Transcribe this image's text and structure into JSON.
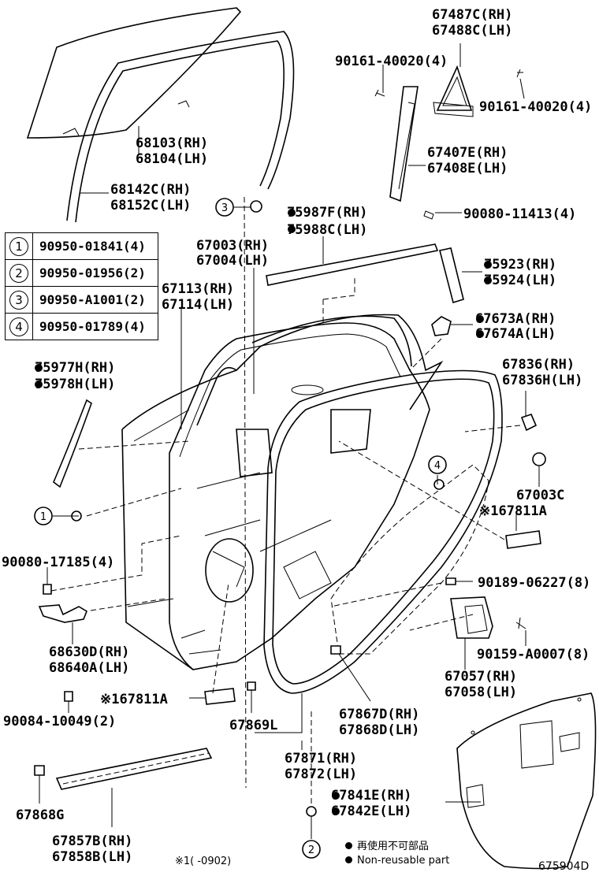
{
  "callouts": [
    {
      "id": "glass",
      "lines": [
        "68103(RH)",
        "68104(LH)"
      ]
    },
    {
      "id": "run-channel",
      "lines": [
        "68142C(RH)",
        "68152C(LH)"
      ]
    },
    {
      "id": "quarter-window",
      "lines": [
        "67487C(RH)",
        "67488C(LH)"
      ]
    },
    {
      "id": "screw-top-left",
      "lines": [
        "90161-40020(4)"
      ]
    },
    {
      "id": "screw-top-right",
      "lines": [
        "90161-40020(4)"
      ]
    },
    {
      "id": "division-bar",
      "lines": [
        "67407E(RH)",
        "67408E(LH)"
      ]
    },
    {
      "id": "screw-division",
      "lines": [
        "90080-11413(4)"
      ]
    },
    {
      "id": "belt-moulding",
      "lines": [
        "75987F(RH)",
        "75988C(LH)"
      ]
    },
    {
      "id": "door-panel",
      "lines": [
        "67003(RH)",
        "67004(LH)"
      ]
    },
    {
      "id": "door-frame",
      "lines": [
        "67113(RH)",
        "67114(LH)"
      ]
    },
    {
      "id": "garnish",
      "lines": [
        "75923(RH)",
        "75924(LH)"
      ]
    },
    {
      "id": "stopper",
      "lines": [
        "67673A(RH)",
        "67674A(LH)"
      ]
    },
    {
      "id": "front-garnish",
      "lines": [
        "75977H(RH)",
        "75978H(LH)"
      ]
    },
    {
      "id": "cushion",
      "lines": [
        "67836(RH)",
        "67836H(LH)"
      ]
    },
    {
      "id": "plug",
      "lines": [
        "67003C"
      ]
    },
    {
      "id": "hole-cover-right",
      "lines": [
        "※167811A"
      ]
    },
    {
      "id": "bolt-hinge",
      "lines": [
        "90080-17185(4)"
      ]
    },
    {
      "id": "clip-right",
      "lines": [
        "90189-06227(8)"
      ]
    },
    {
      "id": "hinge",
      "lines": [
        "68630D(RH)",
        "68640A(LH)"
      ]
    },
    {
      "id": "screw-speaker",
      "lines": [
        "90159-A0007(8)"
      ]
    },
    {
      "id": "speaker",
      "lines": [
        "67057(RH)",
        "67058(LH)"
      ]
    },
    {
      "id": "hole-cover-left",
      "lines": [
        "※167811A"
      ]
    },
    {
      "id": "bolt-check",
      "lines": [
        "90084-10049(2)"
      ]
    },
    {
      "id": "clip-bottom",
      "lines": [
        "67869L"
      ]
    },
    {
      "id": "service-hole-cover",
      "lines": [
        "67867D(RH)",
        "67868D(LH)"
      ]
    },
    {
      "id": "weatherstrip",
      "lines": [
        "67871(RH)",
        "67872(LH)"
      ]
    },
    {
      "id": "trim-sheet",
      "lines": [
        "67841E(RH)",
        "67842E(LH)"
      ]
    },
    {
      "id": "grommet",
      "lines": [
        "67868G"
      ]
    },
    {
      "id": "lower-weatherstrip",
      "lines": [
        "67857B(RH)",
        "67858B(LH)"
      ]
    }
  ],
  "legend": [
    {
      "num": "1",
      "code": "90950-01841(4)"
    },
    {
      "num": "2",
      "code": "90950-01956(2)"
    },
    {
      "num": "3",
      "code": "90950-A1001(2)"
    },
    {
      "num": "4",
      "code": "90950-01789(4)"
    }
  ],
  "markers": {
    "m1": "1",
    "m2": "2",
    "m3": "3",
    "m4": "4"
  },
  "notes": {
    "jp": "再使用不可部品",
    "en": "Non-reusable part"
  },
  "range_note": "※1(    -0902)",
  "figure_id": "675904D"
}
